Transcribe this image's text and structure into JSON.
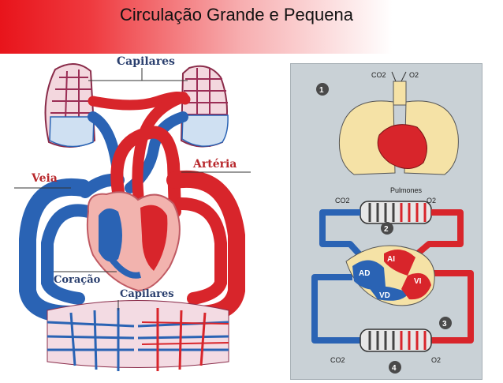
{
  "slide": {
    "title": "Circulação Grande e Pequena"
  },
  "left_diagram": {
    "labels": {
      "capilares_top": "Capilares",
      "arteria": "Artéria",
      "veia": "Veia",
      "coracao": "Coração",
      "capilares_bottom": "Capilares"
    }
  },
  "right_diagram": {
    "step_1": "1",
    "step_2": "2",
    "step_3": "3",
    "step_4": "4",
    "top_co2": "CO2",
    "top_o2": "O2",
    "pulmones": "Pulmones",
    "lung_co2": "CO2",
    "lung_o2": "O2",
    "ai": "AI",
    "ad": "AD",
    "vi": "VI",
    "vd": "VD",
    "bottom_co2": "CO2",
    "bottom_o2": "O2"
  },
  "colors": {
    "arterial": "#d8252b",
    "venous": "#2a63b4",
    "heart": "#f2b3ae",
    "panel": "#c9d1d6",
    "lung": "#f5e2a6"
  }
}
